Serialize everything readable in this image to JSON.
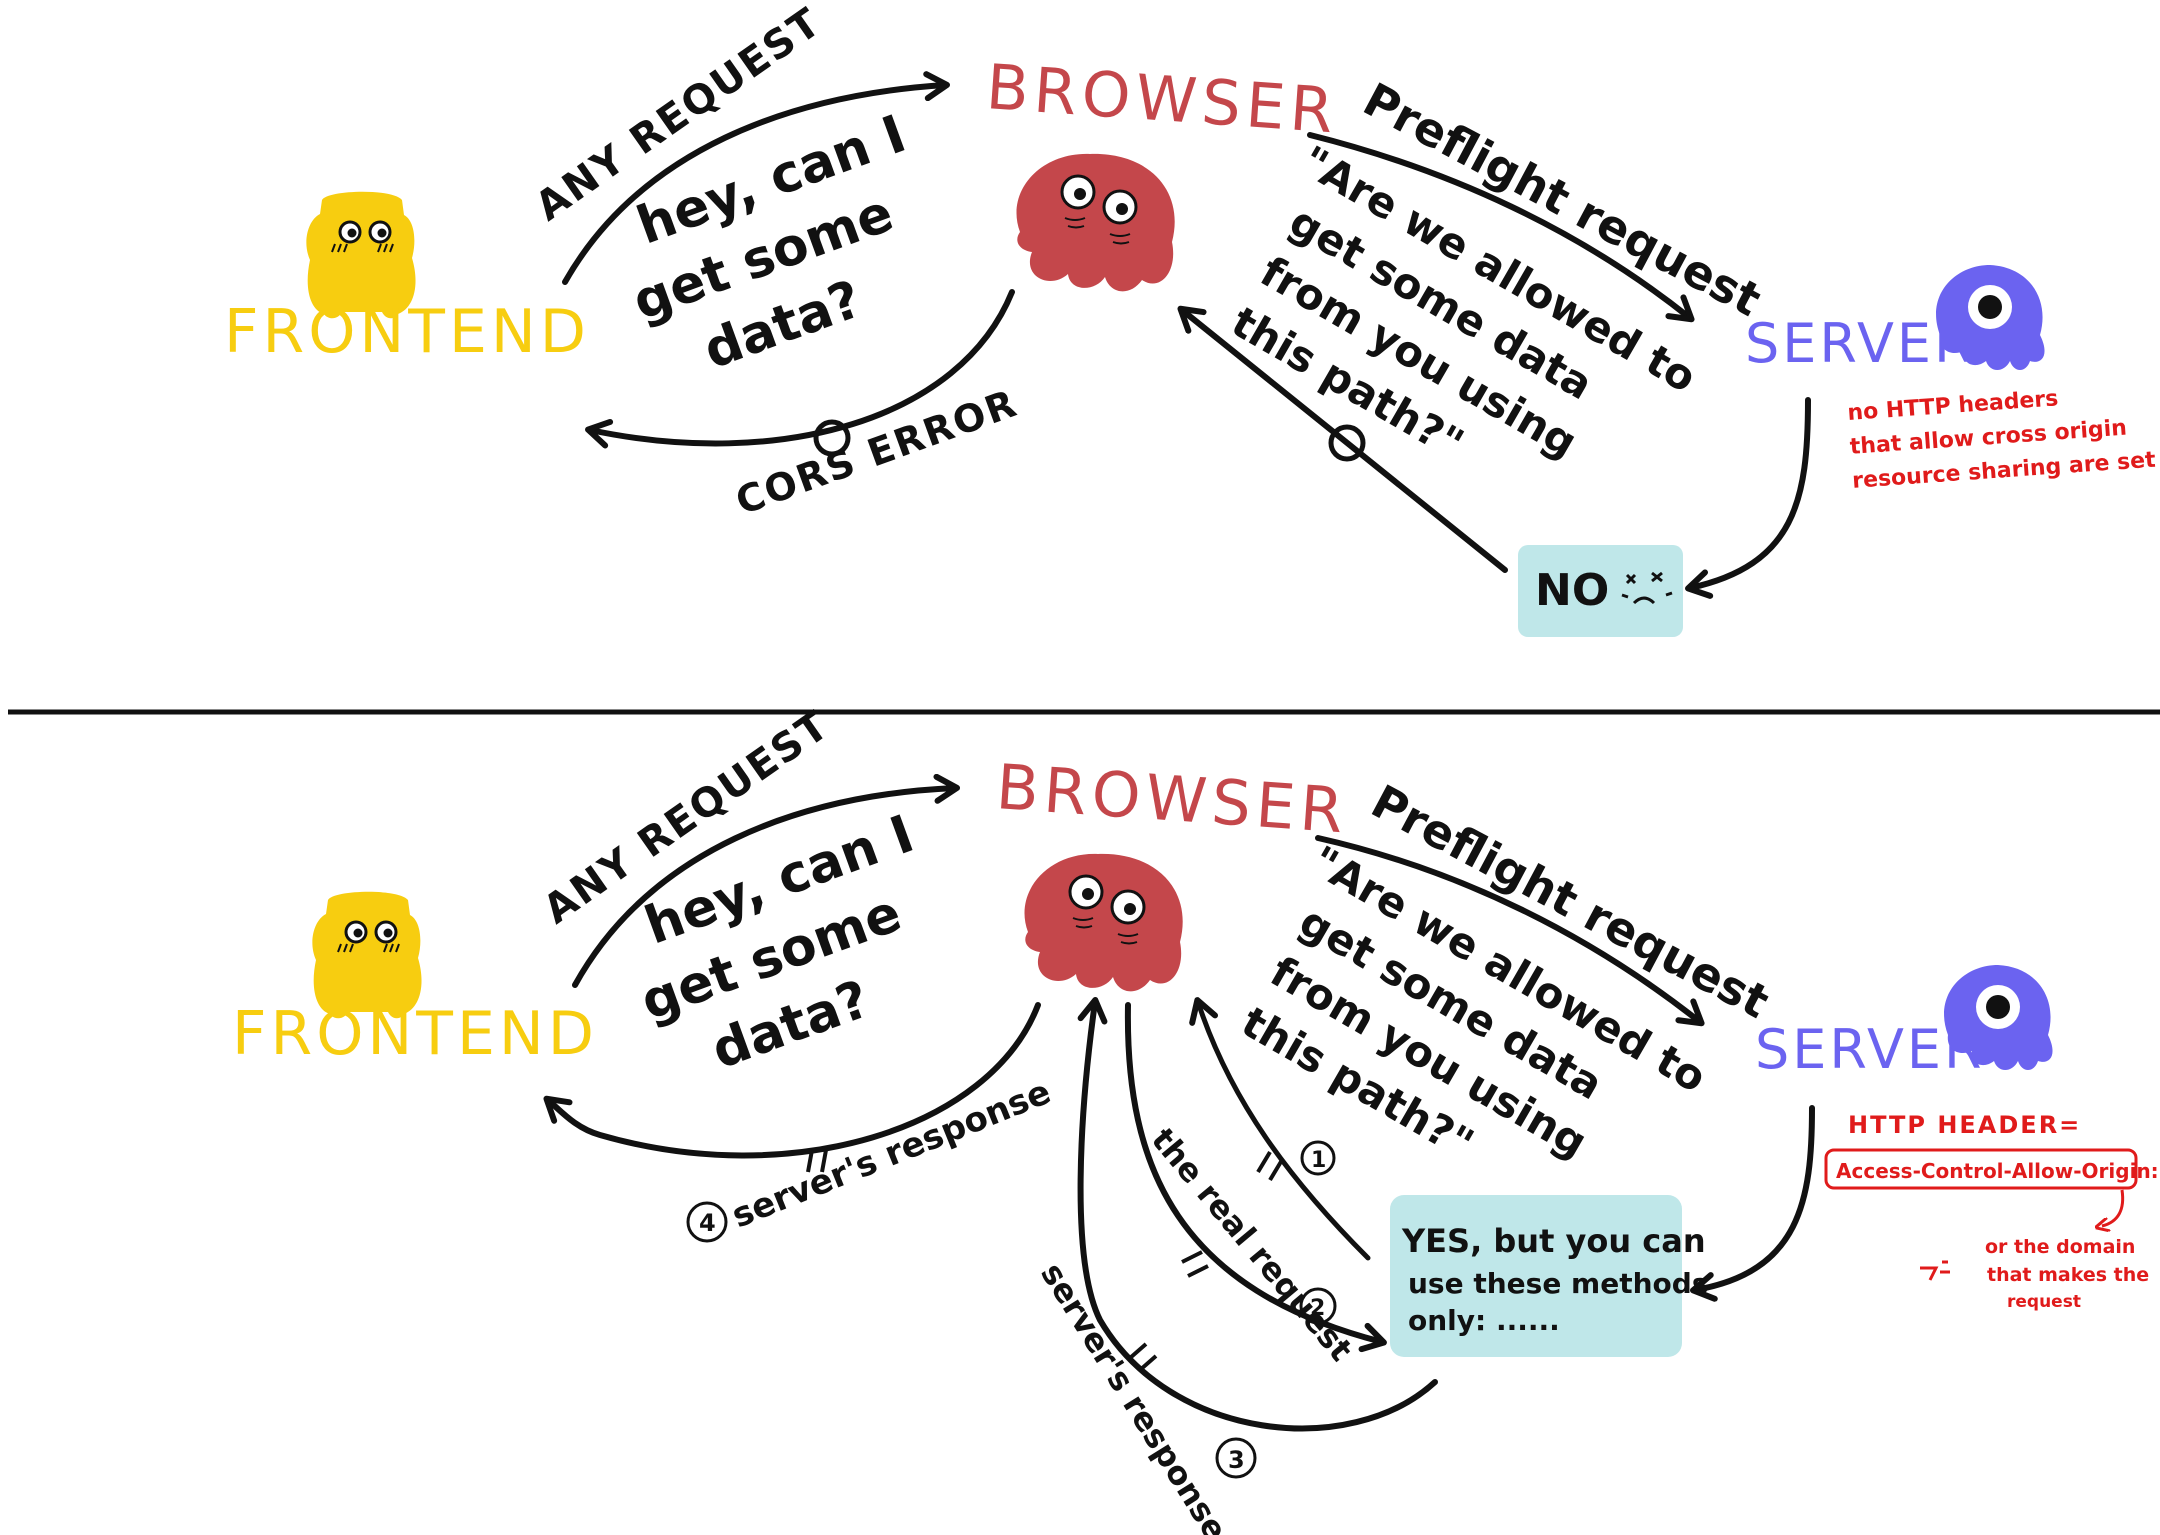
{
  "colors": {
    "frontend": "#f7cd10",
    "browser": "#c4474b",
    "server": "#6b63f0",
    "note_red": "#e01b1b",
    "box_fill": "#bfe7e9",
    "ink": "#111111"
  },
  "icons": {
    "frontend": "yellow-blob-character-icon",
    "browser": "red-octopus-character-icon",
    "server": "purple-one-eyed-character-icon"
  },
  "labels": {
    "frontend": "FRONTEND",
    "browser": "BROWSER",
    "server": "SERVER",
    "any_request": "ANY REQUEST",
    "preflight_request": "Preflight request"
  },
  "speech": {
    "frontend_line1": "hey, can I",
    "frontend_line2": "get some",
    "frontend_line3": "data?",
    "browser_line1": "\"Are we allowed to",
    "browser_line2": "get some data",
    "browser_line3": "from you using",
    "browser_line4": "this path?\""
  },
  "top": {
    "cors_error": "CORS ERROR",
    "response_box": "NO",
    "server_note_line1": "no HTTP headers",
    "server_note_line2": "that allow cross origin",
    "server_note_line3": "resource sharing are set"
  },
  "bottom": {
    "header_title": "HTTP HEADER=",
    "header_value": "Access-Control-Allow-Origin: *",
    "alt_note_line1": "or the domain",
    "alt_note_line2": "that makes the",
    "alt_note_line3": "request",
    "response_box_line1": "YES, but you can",
    "response_box_line2": "use these methods",
    "response_box_line3": "only: ......",
    "step1": "1",
    "step2_label": "the real request",
    "step2": "2",
    "step3_label": "server's response",
    "step3": "3",
    "step4_label": "server's response",
    "step4": "4"
  }
}
